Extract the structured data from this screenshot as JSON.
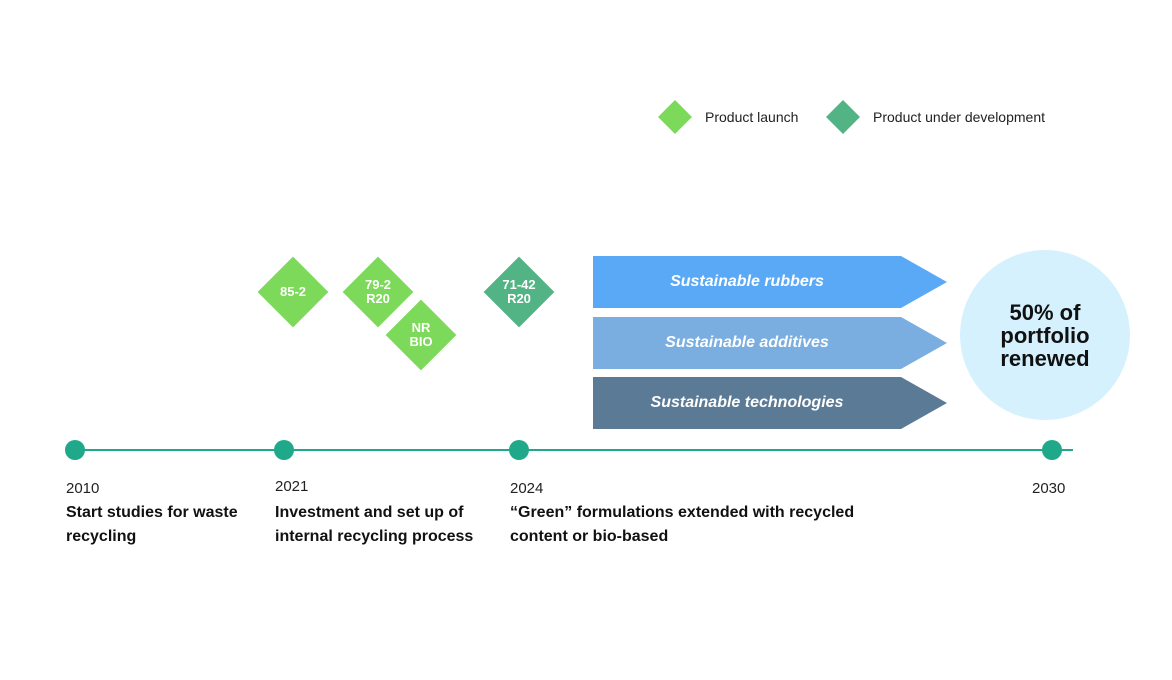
{
  "colors": {
    "launch": "#7dd95a",
    "development": "#52b384",
    "timeline": "#1fa98a",
    "arrow_rubbers": "#5aa9f6",
    "arrow_additives": "#7aaee0",
    "arrow_technologies": "#5b7a96",
    "goal_circle": "#d4f1fd"
  },
  "legend": [
    {
      "label": "Product launch",
      "type": "launch"
    },
    {
      "label": "Product under development",
      "type": "development"
    }
  ],
  "products": [
    {
      "label": "85-2",
      "type": "launch"
    },
    {
      "label": "79-2\nR20",
      "type": "launch"
    },
    {
      "label": "NR\nBIO",
      "type": "launch"
    },
    {
      "label": "71-42\nR20",
      "type": "development"
    }
  ],
  "pillars": [
    {
      "label": "Sustainable rubbers"
    },
    {
      "label": "Sustainable additives"
    },
    {
      "label": "Sustainable technologies"
    }
  ],
  "goal": {
    "text": "50% of\nportfolio\nrenewed"
  },
  "milestones": [
    {
      "year": "2010",
      "description": "Start studies for waste recycling"
    },
    {
      "year": "2021",
      "description": "Investment and set up of internal recycling process"
    },
    {
      "year": "2024",
      "description": "“Green” formulations extended with recycled content or bio-based"
    },
    {
      "year": "2030",
      "description": ""
    }
  ]
}
